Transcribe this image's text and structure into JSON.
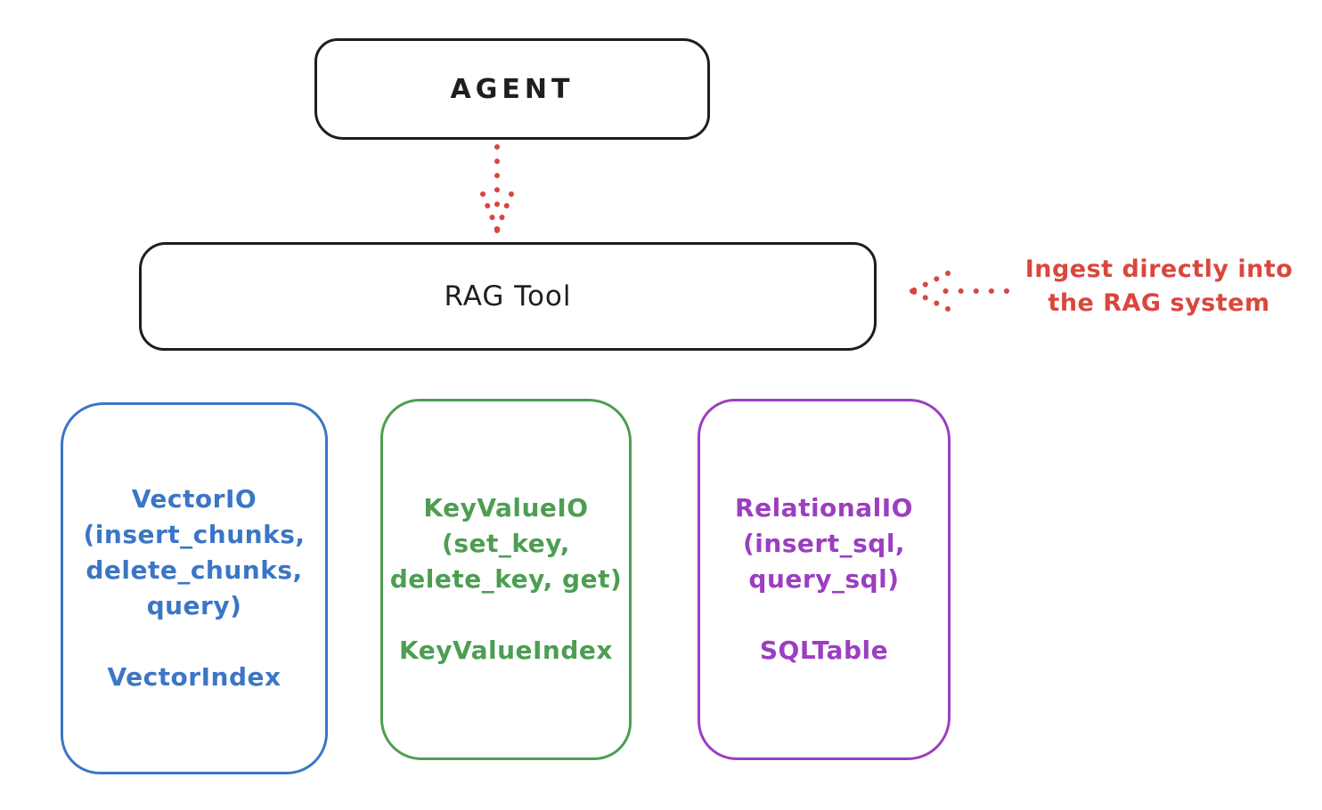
{
  "diagram": {
    "agent_box": {
      "label": "AGENT"
    },
    "rag_tool_box": {
      "label": "RAG Tool"
    },
    "annotation": {
      "line1": "Ingest directly into",
      "line2": "the RAG system"
    },
    "backends": [
      {
        "name": "vector-io",
        "lines": [
          "VectorIO",
          "(insert_chunks,",
          "delete_chunks,",
          "query)"
        ],
        "index_label": "VectorIndex",
        "color": "#3b76c6"
      },
      {
        "name": "keyvalue-io",
        "lines": [
          "KeyValueIO",
          "(set_key,",
          "delete_key, get)"
        ],
        "index_label": "KeyValueIndex",
        "color": "#4c9e52"
      },
      {
        "name": "relational-io",
        "lines": [
          "RelationalIO",
          "(insert_sql,",
          "query_sql)"
        ],
        "index_label": "SQLTable",
        "color": "#9c3ec0"
      }
    ],
    "colors": {
      "stroke": "#1e1e1e",
      "accent_red": "#d9473d",
      "blue": "#3b76c6",
      "green": "#4c9e52",
      "purple": "#9c3ec0"
    }
  }
}
